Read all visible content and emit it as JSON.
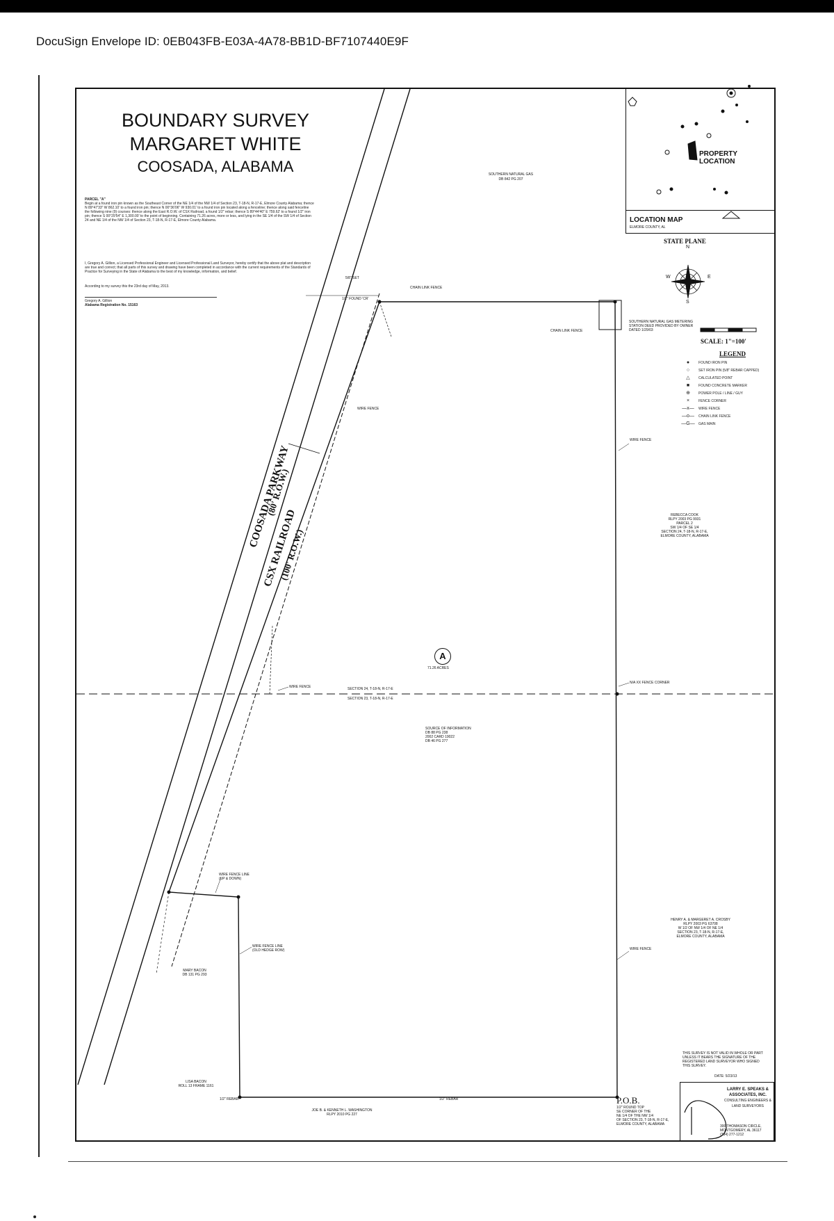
{
  "envelope_header": "DocuSign Envelope ID: 0EB043FB-E03A-4A78-BB1D-BF7107440E9F",
  "title": {
    "line1": "BOUNDARY SURVEY",
    "line2": "MARGARET WHITE",
    "line3": "COOSADA, ALABAMA"
  },
  "legal_description": {
    "heading": "PARCEL \"A\"",
    "body": "Begin at a found iron pin known as the Southeast Corner of the NE 1/4 of the NW 1/4 of Section 23, T-18-N, R-17-E, Elmore County Alabama; thence N 89°47'33\" W 862.10' to a found iron pin; thence N 00°36'06\" W 930.01' to a found iron pin located along a fenceline; thence along said fenceline the following nine (9) courses: thence along the East R.O.W. of CSX Railroad, a found 1/2\" rebar; thence S 89°44'40\" E 759.62' to a found 1/2\" iron pin; thence S 00°29'54\" E 1,300.00' to the point of beginning. Containing 71.26 acres, more or less, and lying in the SE 1/4 of the SW 1/4 of Section 24 and NE 1/4 of the NW 1/4 of Section 23, T-18-N, R-17-E, Elmore County Alabama."
  },
  "certification": "I, Gregory A. Gillion, a Licensed Professional Engineer and Licensed Professional Land Surveyor, hereby certify that the above plat and description are true and correct; that all parts of this survey and drawing have been completed in accordance with the current requirements of the Standards of Practice for Surveying in the State of Alabama to the best of my knowledge, information, and belief.",
  "dated_line": "According to my survey this the 23rd day of May, 2013.",
  "signer": {
    "name": "Gregory A. Gillion",
    "registration": "Alabama Registration No. 15163"
  },
  "location_map": {
    "title": "LOCATION MAP",
    "subtitle": "ELMORE COUNTY, AL",
    "property_label": "PROPERTY LOCATION"
  },
  "state_plane": "STATE PLANE",
  "compass": {
    "n": "N",
    "s": "S",
    "e": "E",
    "w": "W"
  },
  "scale": "SCALE: 1\"=100'",
  "legend": {
    "title": "LEGEND",
    "items": [
      {
        "symbol": "●",
        "label": "FOUND IRON PIN"
      },
      {
        "symbol": "○",
        "label": "SET IRON PIN (5/8\" REBAR CAPPED)"
      },
      {
        "symbol": "△",
        "label": "CALCULATED POINT"
      },
      {
        "symbol": "■",
        "label": "FOUND CONCRETE MARKER"
      },
      {
        "symbol": "⊕",
        "label": "POWER POLE / LINE / GUY"
      },
      {
        "symbol": "×",
        "label": "FENCE CORNER"
      },
      {
        "symbol": "—x—",
        "label": "WIRE FENCE"
      },
      {
        "symbol": "—o—",
        "label": "CHAIN LINK FENCE"
      },
      {
        "symbol": "—G—",
        "label": "GAS MAIN"
      }
    ]
  },
  "roads": {
    "parkway_name": "COOSADA PARKWAY",
    "parkway_row": "(80' R.O.W.)",
    "railroad_name": "CSX RAILROAD",
    "railroad_row": "(100' R.O.W.)"
  },
  "parcel": {
    "label": "A",
    "acres": "71.26 ACRES"
  },
  "annotations": {
    "sng_north": "SOUTHERN NATURAL GAS\nDB 842 PG 207",
    "chain_link_top": "CHAIN LINK FENCE",
    "chain_link_right": "CHAIN LINK FENCE",
    "found_top_left": "1/2\" FOUND 'CR'",
    "set_top_left": "5/8\" SET",
    "wire_fence_left": "WIRE FENCE",
    "wire_fence_right_upper": "WIRE FENCE",
    "wire_fence_right_lower": "WIRE FENCE",
    "wire_fence_section": "WIRE FENCE",
    "sng_station": "SOUTHERN NATURAL GAS METERING STATION DEED PROVIDED BY OWNER DATED 1/29/03",
    "crook": "REBECCA COOK\nRLPY 2003 PG 9931\nPARCEL 2\nSW 1/4 OF SE 1/4\nSECTION 24, T-18-N, R-17-E,\nELMORE COUNTY, ALABAMA",
    "section24": "SECTION 24, T-18-N, R-17-E",
    "section23": "SECTION 23, T-18-N, R-17-E",
    "fence_corner": "N/A XX FENCE CORNER",
    "source_info": "SOURCE OF INFORMATION\nDB 88 PG 238\n2002 CARD 19022\nDB 46 PG 277",
    "crosby": "HENRY A. & MARGERET A. CROSBY\nRLPY 2003 PG 63708\nW 1/2 OF NW 1/4 OF NE 1/4\nSECTION 23, T-18-N, R-17-E,\nELMORE COUNTY, ALABAMA",
    "wire_fence_line_top": "WIRE FENCE LINE\n(UP & DOWN)",
    "wire_fence_line_old": "WIRE FENCE LINE\n(OLD HEDGE ROW)",
    "mary_bacon": "MARY BACON\nDB 131 PG 293",
    "lisa_bacon": "LISA BACON\nROLL 13 FRAME 1161",
    "washington": "JOE B. & KENNETH L. WASHINGTON\nRLPY 2010 PG 227",
    "found_bottom_left": "1/2\" REBAR",
    "rebar_bottom_mid": "1/2\" REBAR"
  },
  "pob": {
    "label": "P.O.B.",
    "note": "1/2\" ROUND TOP\nSE CORNER OF THE\nNE 1/4 OF THE NW 1/4\nOF SECTION 23, T-18-N, R-17-E,\nELMORE COUNTY, ALABAMA"
  },
  "disclaimer": "THIS SURVEY IS NOT VALID IN WHOLE OR PART UNLESS IT BEARS THE SIGNATURE OF THE REGISTERED LAND SURVEYOR WHO SIGNED THIS SURVEY.",
  "disclaimer_date": "DATE: 5/23/13",
  "title_block": {
    "firm": "LARRY E. SPEAKS & ASSOCIATES, INC.",
    "sub": "CONSULTING ENGINEERS & LAND SURVEYORS",
    "address": "300 THOMASON CIRCLE, MONTGOMERY, AL 36117\n(334) 277-1212"
  },
  "colors": {
    "ink": "#111111",
    "paper": "#ffffff",
    "topbar": "#000000"
  }
}
